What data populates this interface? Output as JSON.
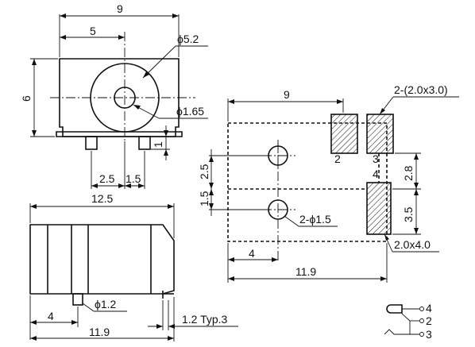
{
  "top_view": {
    "dim_width": "9",
    "dim_center": "5",
    "dim_height": "6",
    "dim_outer_dia": "ϕ5.2",
    "dim_pin_dia": "ϕ1.65",
    "dim_pin_height": "1",
    "dim_pin_a": "2.5",
    "dim_pin_b": "1.5"
  },
  "side_view": {
    "dim_total": "12.5",
    "dim_body": "11.9",
    "dim_pin_offset": "4",
    "dim_pin_dia": "ϕ1.2",
    "dim_tab": "1.2 Typ.3"
  },
  "footprint": {
    "dim_pad_row": "9",
    "pad_size_small": "2-(2.0x3.0)",
    "pad_size_large": "2.0x4.0",
    "dim_hole_upper": "2.5",
    "dim_hole_lower": "1.5",
    "dim_pad_gap": "2.8",
    "dim_pad_large": "3.5",
    "hole_spec": "2-ϕ1.5",
    "dim_hole_x": "4",
    "dim_width": "11.9",
    "pad_labels": [
      "2",
      "3",
      "4"
    ]
  },
  "schematic": {
    "pins": [
      "4",
      "2",
      "3"
    ]
  }
}
